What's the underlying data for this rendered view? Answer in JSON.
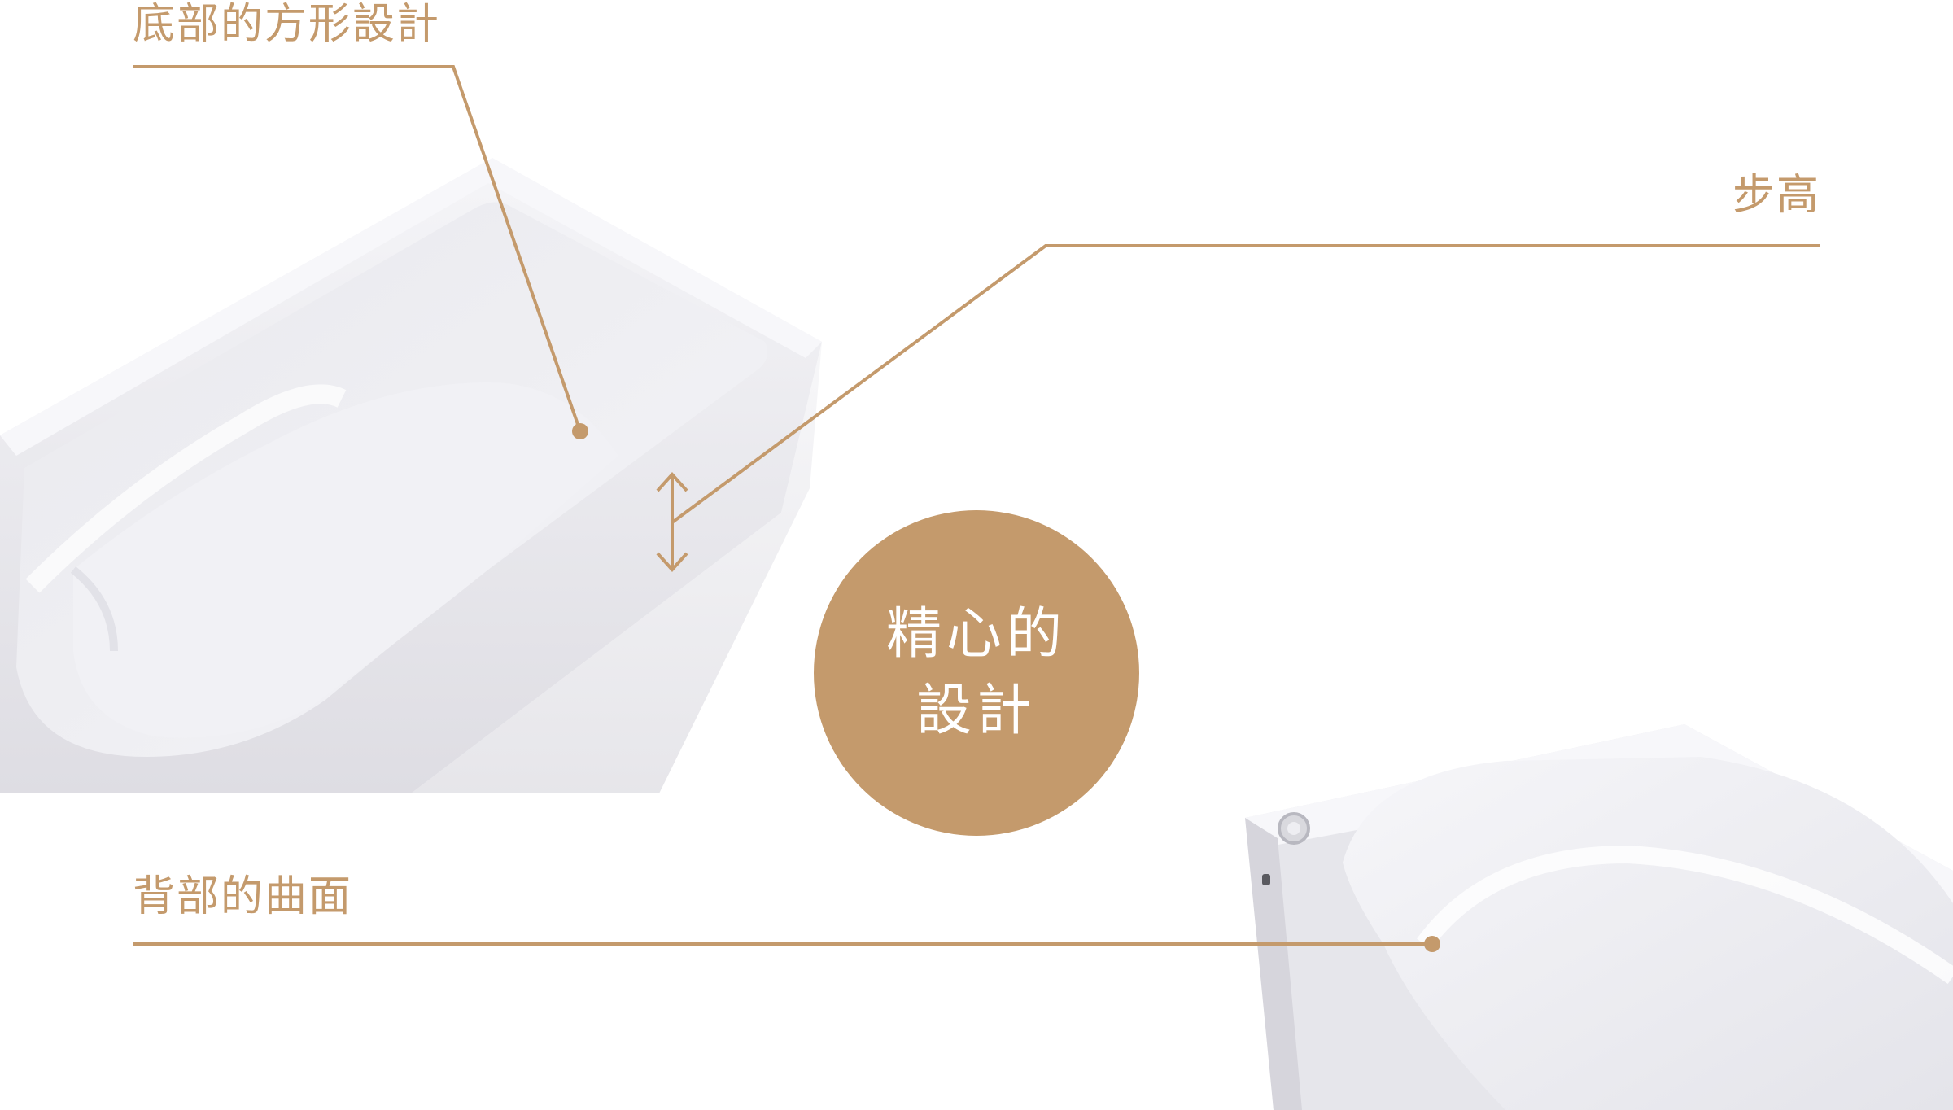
{
  "callouts": {
    "bottom_design": "底部的方形設計",
    "step_height": "步高",
    "back_curve": "背部的曲面"
  },
  "badge": {
    "line1": "精心的",
    "line2": "設計"
  },
  "colors": {
    "accent": "#c49a6c",
    "background": "#ffffff"
  }
}
